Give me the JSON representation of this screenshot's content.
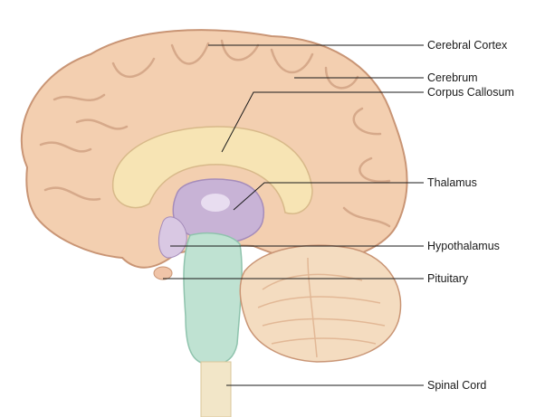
{
  "labels": {
    "cerebral_cortex": "Cerebral Cortex",
    "cerebrum": "Cerebrum",
    "corpus_callosum": "Corpus Callosum",
    "thalamus": "Thalamus",
    "hypothalamus": "Hypothalamus",
    "pituitary": "Pituitary",
    "spinal_cord": "Spinal Cord"
  },
  "colors": {
    "brain_fill": "#f3cfb0",
    "brain_outline": "#c99575",
    "corpus_callosum": "#f7e4b4",
    "thalamus": "#c8b3d6",
    "brainstem": "#bfe2d2",
    "cerebellum": "#f4dcc0",
    "spinal_cord": "#f2e6c8",
    "leader_line": "#1a1a1a"
  }
}
